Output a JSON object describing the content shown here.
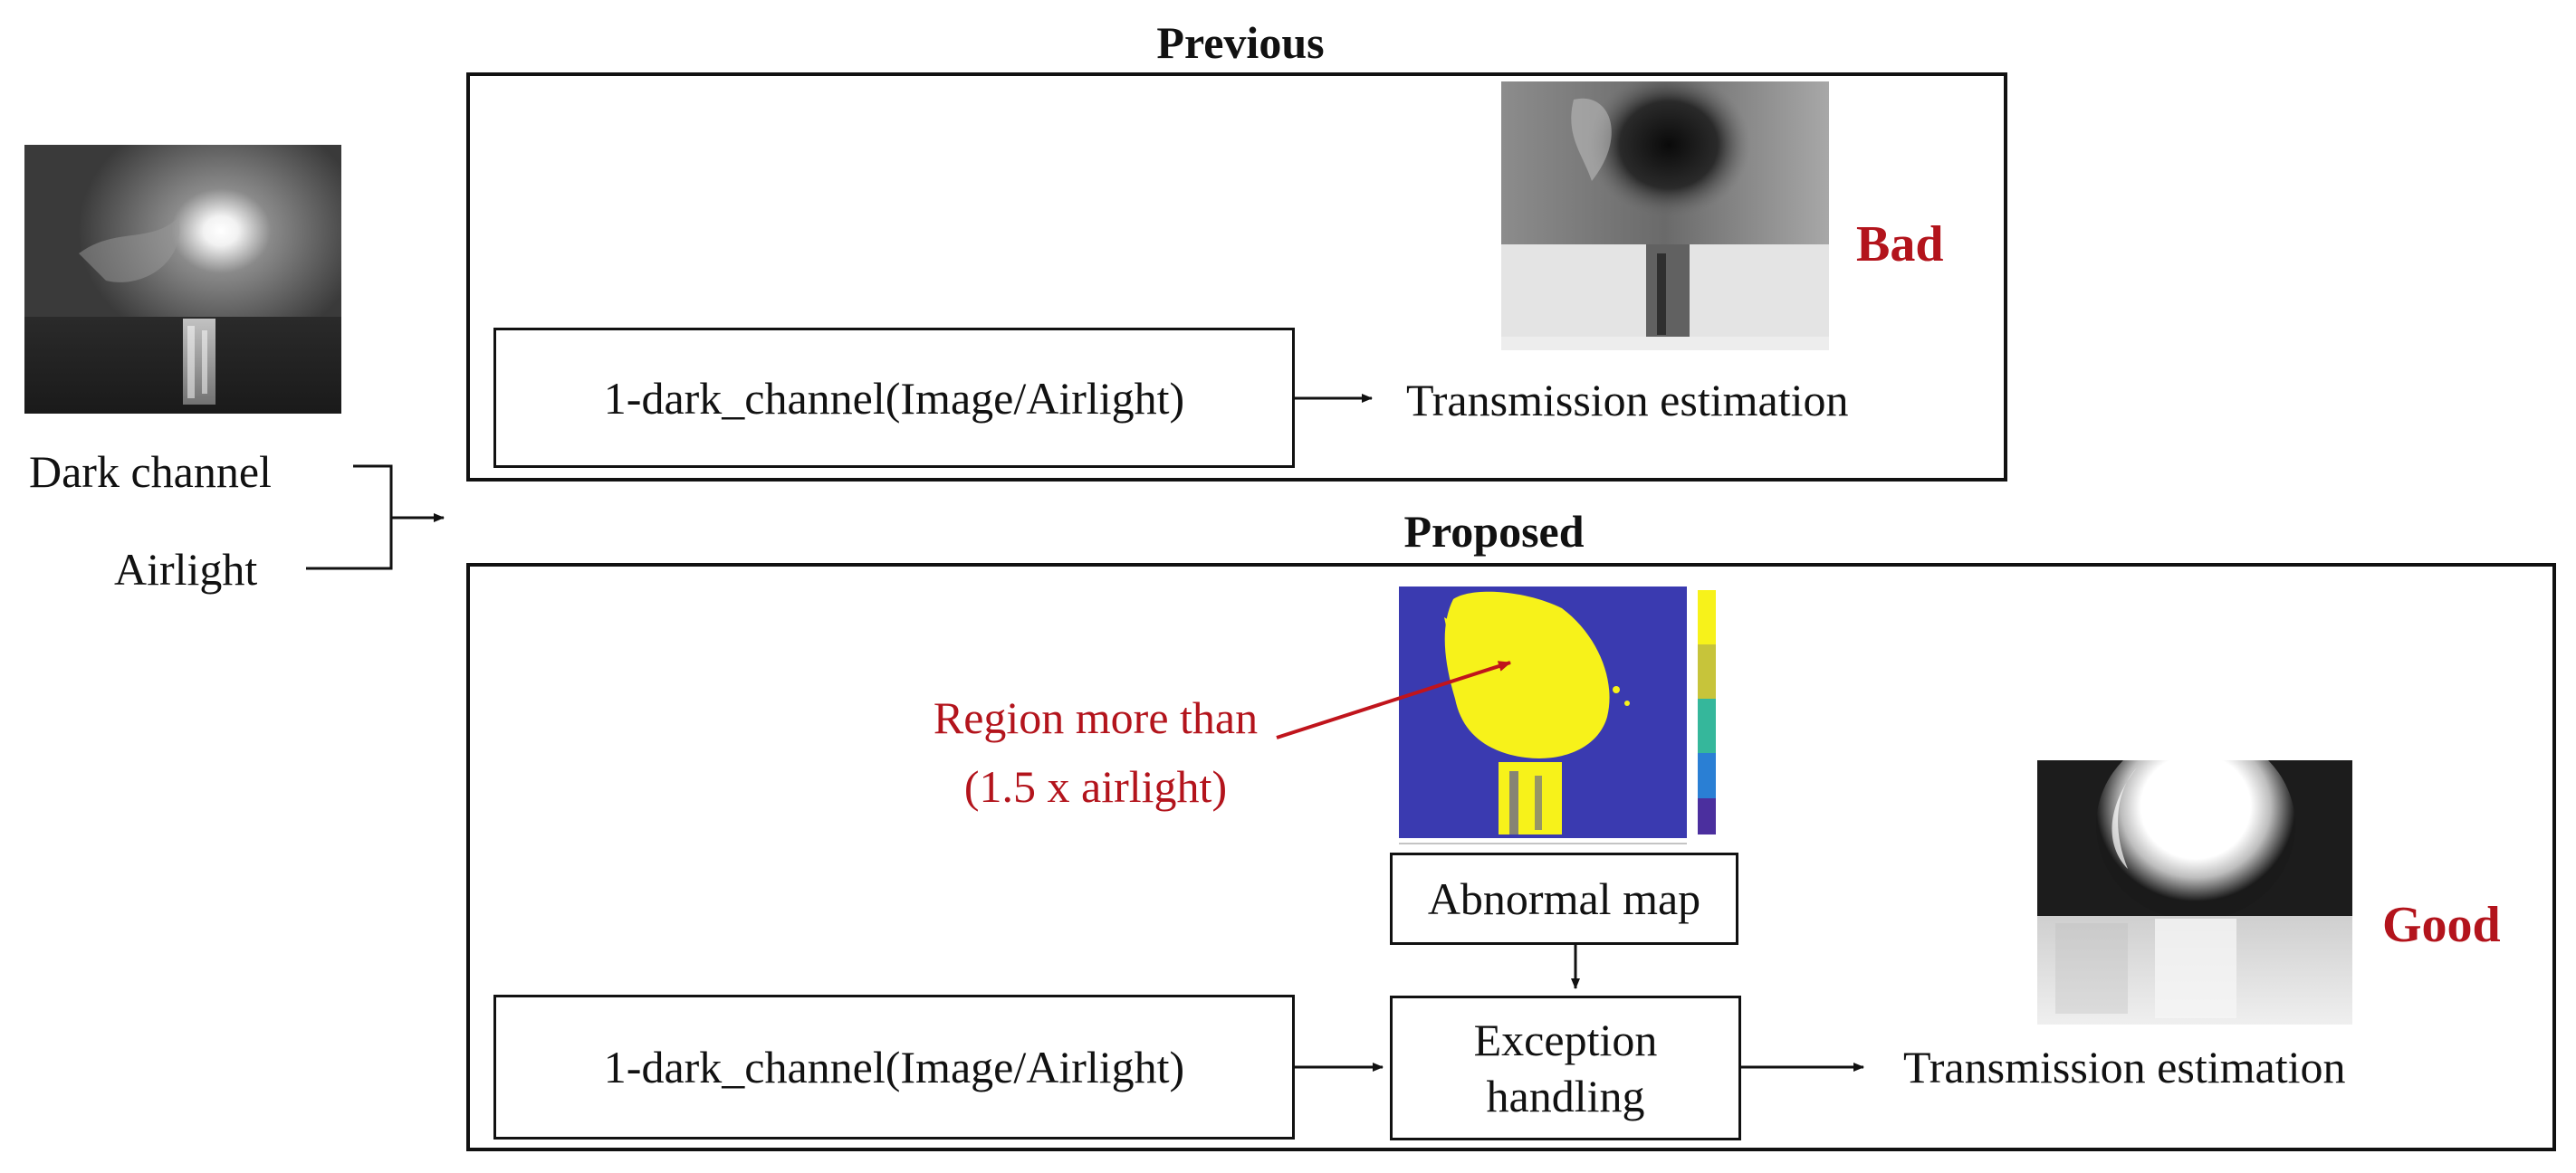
{
  "inputs": {
    "dark_channel_label": "Dark channel",
    "airlight_label": "Airlight"
  },
  "previous": {
    "title": "Previous",
    "formula": "1-dark_channel(Image/Airlight)",
    "output": "Transmission estimation",
    "verdict": "Bad"
  },
  "proposed": {
    "title": "Proposed",
    "formula": "1-dark_channel(Image/Airlight)",
    "exception_line1": "Exception",
    "exception_line2": "handling",
    "abnormal_map": "Abnormal map",
    "annotation_line1": "Region more than",
    "annotation_line2": "(1.5 x airlight)",
    "output": "Transmission estimation",
    "verdict": "Good"
  },
  "colors": {
    "stroke": "#111111",
    "accent_red": "#b3141c",
    "map_blue": "#3a3ab0",
    "map_yellow": "#f7f21a"
  },
  "icons": {
    "input_image": "dark-channel-photo",
    "previous_result": "grayscale-transmission-map",
    "abnormal_map": "colormap-heatmap",
    "proposed_result": "grayscale-transmission-map"
  }
}
